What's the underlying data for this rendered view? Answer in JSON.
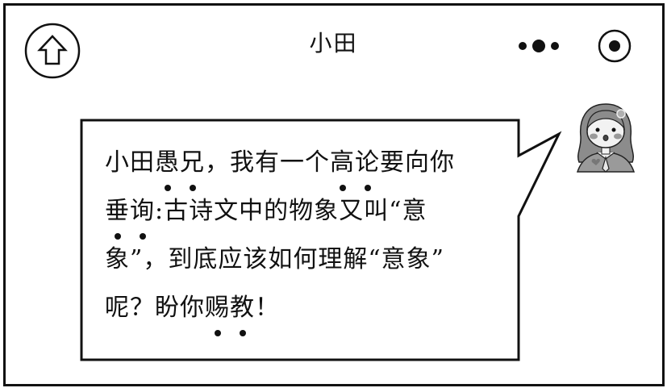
{
  "header": {
    "title": "小田",
    "home_icon": "home-arrow-up-icon",
    "more_icon": "more-dots-icon",
    "target_icon": "target-circle-icon"
  },
  "message": {
    "sender_avatar": "girl-avatar-icon",
    "lines": [
      [
        {
          "text": "小田",
          "dot": false
        },
        {
          "text": "愚",
          "dot": true
        },
        {
          "text": "兄",
          "dot": true
        },
        {
          "text": "，我有一个",
          "dot": false
        },
        {
          "text": "高",
          "dot": true
        },
        {
          "text": "论",
          "dot": true
        },
        {
          "text": "要向你",
          "dot": false
        }
      ],
      [
        {
          "text": "垂",
          "dot": true
        },
        {
          "text": "询",
          "dot": true
        },
        {
          "text": ":古诗文中的物象又叫“意",
          "dot": false
        }
      ],
      [
        {
          "text": "象”，到底应该如何理解“意象”",
          "dot": false
        }
      ],
      [
        {
          "text": "呢？盼你",
          "dot": false
        },
        {
          "text": "赐",
          "dot": true
        },
        {
          "text": "教",
          "dot": true
        },
        {
          "text": "！",
          "dot": false
        }
      ]
    ],
    "full_text": "小田愚兄，我有一个高论要向你垂询:古诗文中的物象又叫“意象”，到底应该如何理解“意象”呢？盼你赐教！",
    "emphasized_chars": [
      "愚",
      "兄",
      "高",
      "论",
      "垂",
      "询",
      "赐",
      "教"
    ]
  },
  "colors": {
    "stroke": "#111111",
    "background": "#ffffff",
    "avatar_hair": "#8a8a8a",
    "avatar_skin": "#f2f2f2",
    "avatar_cheek": "#9a9a9a"
  }
}
